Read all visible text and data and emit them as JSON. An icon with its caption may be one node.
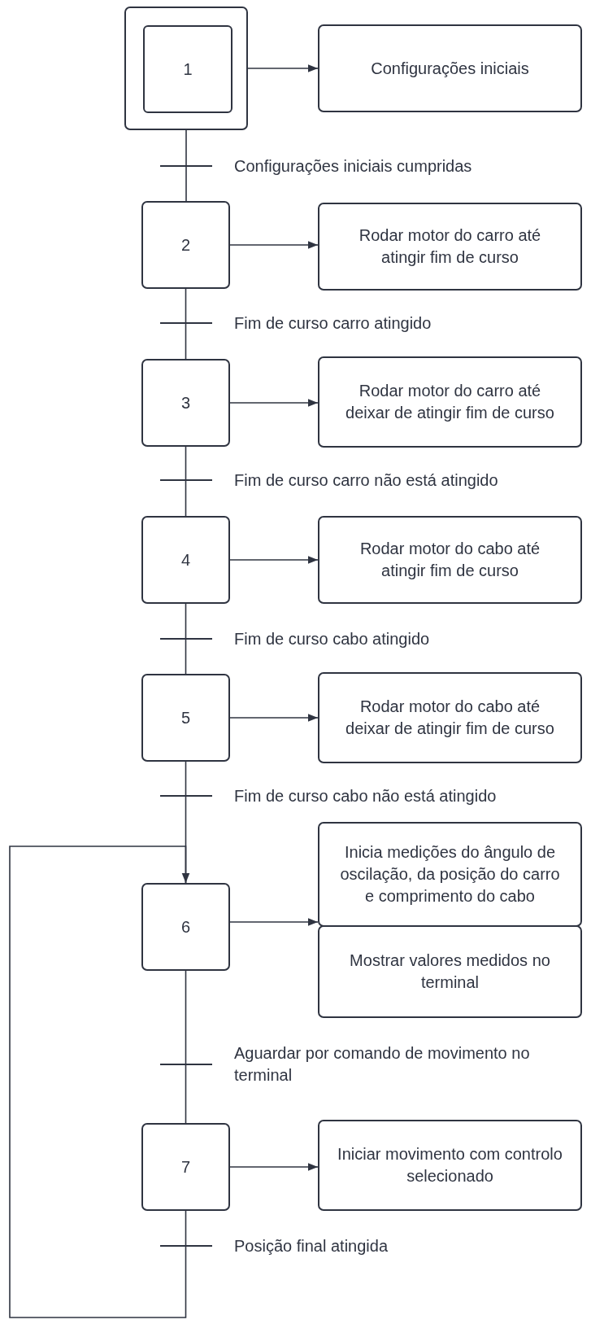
{
  "diagram": {
    "nodes": [
      {
        "text": [],
        "shape": "box"
      },
      {
        "text": [
          "1"
        ],
        "in": 0
      },
      {
        "text": [
          "Configurações iniciais"
        ]
      },
      {
        "text": [
          "2"
        ]
      },
      {
        "text": [
          "Rodar motor do carro até atingir fim de curso"
        ]
      },
      {
        "text": [
          "3"
        ]
      },
      {
        "text": [
          "Rodar motor do carro até deixar de atingir fim de curso"
        ]
      },
      {
        "text": [
          "4"
        ]
      },
      {
        "text": [
          "Rodar motor do cabo até atingir fim de curso"
        ]
      },
      {
        "text": [
          "5"
        ]
      },
      {
        "text": [
          "Rodar motor do cabo até deixar de atingir fim de curso"
        ]
      },
      {
        "text": [
          "6"
        ]
      },
      {
        "text": [
          "Inicia medições do ângulo de oscilação, da posição do carro e comprimento do cabo"
        ]
      },
      {
        "text": [
          "Mostrar valores medidos no terminal"
        ]
      },
      {
        "text": [
          "7"
        ]
      },
      {
        "text": [
          "Iniciar movimento com controlo selecionado"
        ]
      }
    ],
    "edges": [
      {
        "from": 0,
        "to": 2,
        "arrow": "to"
      },
      {
        "from": 0,
        "to": 3,
        "arrow": "none"
      },
      {
        "from": 3,
        "to": 4,
        "arrow": "to"
      },
      {
        "from": 3,
        "to": 5,
        "arrow": "none"
      },
      {
        "from": 5,
        "to": 6,
        "arrow": "to"
      },
      {
        "from": 5,
        "to": 7,
        "arrow": "none"
      },
      {
        "from": 7,
        "to": 8,
        "arrow": "to"
      },
      {
        "from": 7,
        "to": 9,
        "arrow": "none"
      },
      {
        "from": 9,
        "to": 10,
        "arrow": "to"
      },
      {
        "from": 9,
        "to": 11,
        "arrow": "none"
      },
      {
        "from": 11,
        "to": 12,
        "arrow": "to"
      },
      {
        "from": 11,
        "to": 14,
        "arrow": "none"
      },
      {
        "from": 14,
        "to": 15,
        "arrow": "to"
      },
      {
        "from": 14,
        "to": 11,
        "arrow": "to"
      }
    ],
    "labels": [
      "Configurações iniciais cumpridas",
      "Fim de curso carro atingido",
      "Fim de curso carro não está atingido",
      "Fim de curso cabo atingido",
      "Fim de curso cabo não está atingido",
      "Aguardar por comando de movimento no terminal",
      "Posição final atingida"
    ]
  }
}
